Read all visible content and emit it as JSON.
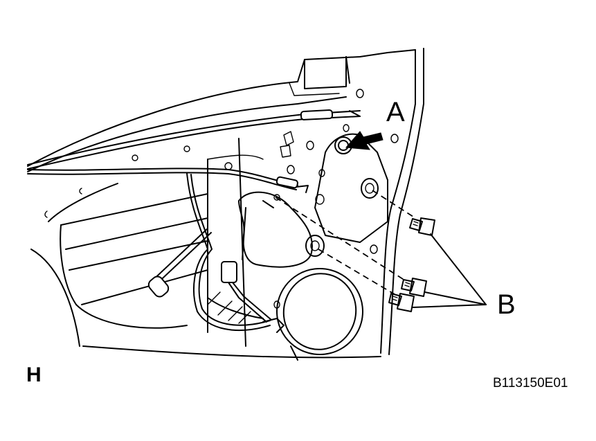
{
  "labels": {
    "a": "A",
    "b": "B",
    "view": "H",
    "figure_code": "B113150E01"
  },
  "colors": {
    "line": "#000000",
    "background": "#ffffff"
  }
}
